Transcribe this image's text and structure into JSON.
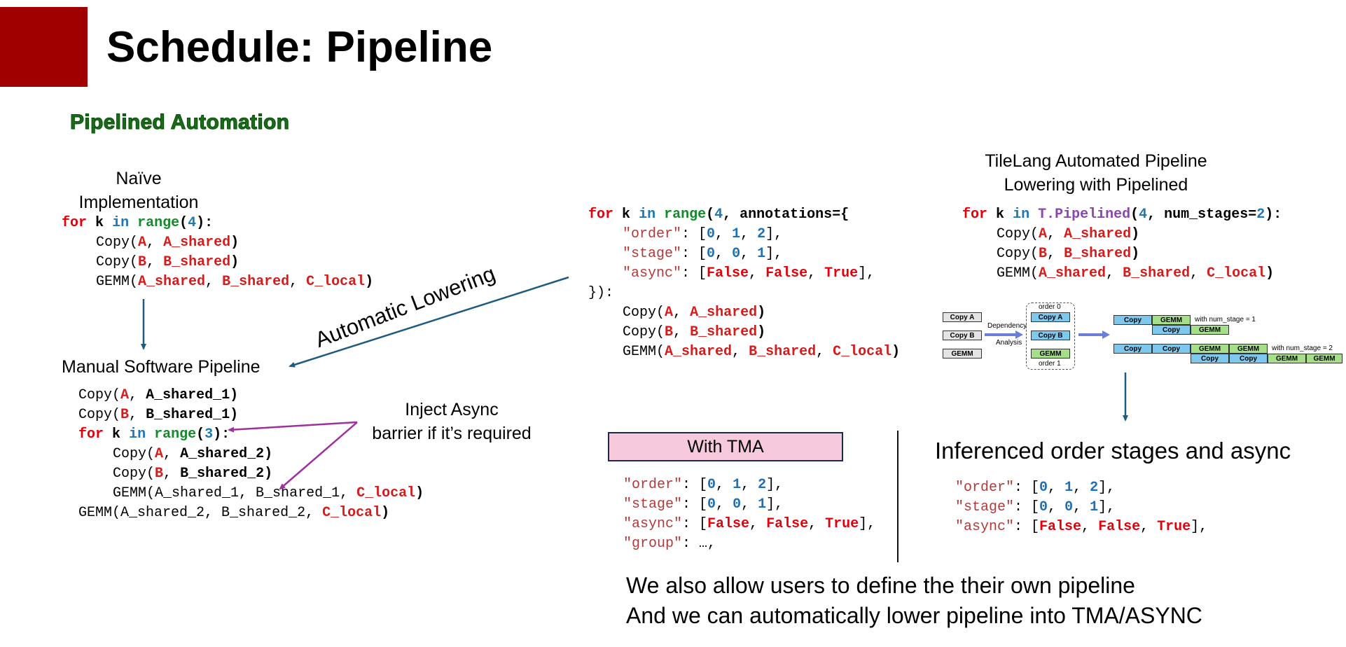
{
  "header": {
    "title": "Schedule: Pipeline",
    "section": "Pipelined Automation"
  },
  "naive": {
    "caption_l1": "Naïve",
    "caption_l2": "Implementation",
    "code": {
      "for": "for",
      "k": "k",
      "in": "in",
      "range": "range",
      "four": "4",
      "close": "):",
      "copy": "Copy",
      "gemm": "GEMM",
      "a": "A",
      "b": "B",
      "a_shared": "A_shared",
      "b_shared": "B_shared",
      "c_local": "C_local"
    }
  },
  "manual": {
    "caption": "Manual Software Pipeline",
    "a_shared_1": "A_shared_1",
    "b_shared_1": "B_shared_1",
    "a_shared_2": "A_shared_2",
    "b_shared_2": "B_shared_2",
    "three": "3",
    "gemm_args_1": "A_shared_1, B_shared_1, ",
    "gemm_args_2": "A_shared_2, B_shared_2, "
  },
  "inject": {
    "line1": "Inject Async",
    "line2": "barrier if it’s required"
  },
  "lowering": {
    "label": "Automatic Lowering"
  },
  "annotated": {
    "annotations": "annotations",
    "eq_brace": "={",
    "order_key": "\"order\"",
    "stage_key": "\"stage\"",
    "async_key": "\"async\"",
    "group_key": "\"group\"",
    "zero": "0",
    "one": "1",
    "two": "2",
    "false": "False",
    "true": "True",
    "closing": "}):",
    "group_value": "…,"
  },
  "tilelang": {
    "caption_l1": "TileLang Automated Pipeline",
    "caption_l2": "Lowering with Pipelined",
    "t_pipelined": "T.Pipelined",
    "num_stages": "num_stages",
    "eq": "=",
    "two": "2"
  },
  "diagram": {
    "copy_a": "Copy A",
    "copy_b": "Copy B",
    "gemm": "GEMM",
    "dependency": "Dependency",
    "analysis": "Analysis",
    "order0": "order 0",
    "order1": "order 1",
    "copy": "Copy",
    "stage1": "with num_stage = 1",
    "stage2": "with num_stage = 2"
  },
  "tma": {
    "label": "With TMA"
  },
  "inferenced": {
    "caption": "Inferenced order stages and async"
  },
  "bottom": {
    "line1": "We also allow users to define the their own pipeline",
    "line2": "And we can automatically lower pipeline into TMA/ASYNC"
  },
  "colors": {
    "accent": "#a10000",
    "keyword": "#e3000b",
    "number": "#1f6fb5",
    "arrow_blue": "#1d5c80",
    "arrow_purple": "#a0309a"
  }
}
